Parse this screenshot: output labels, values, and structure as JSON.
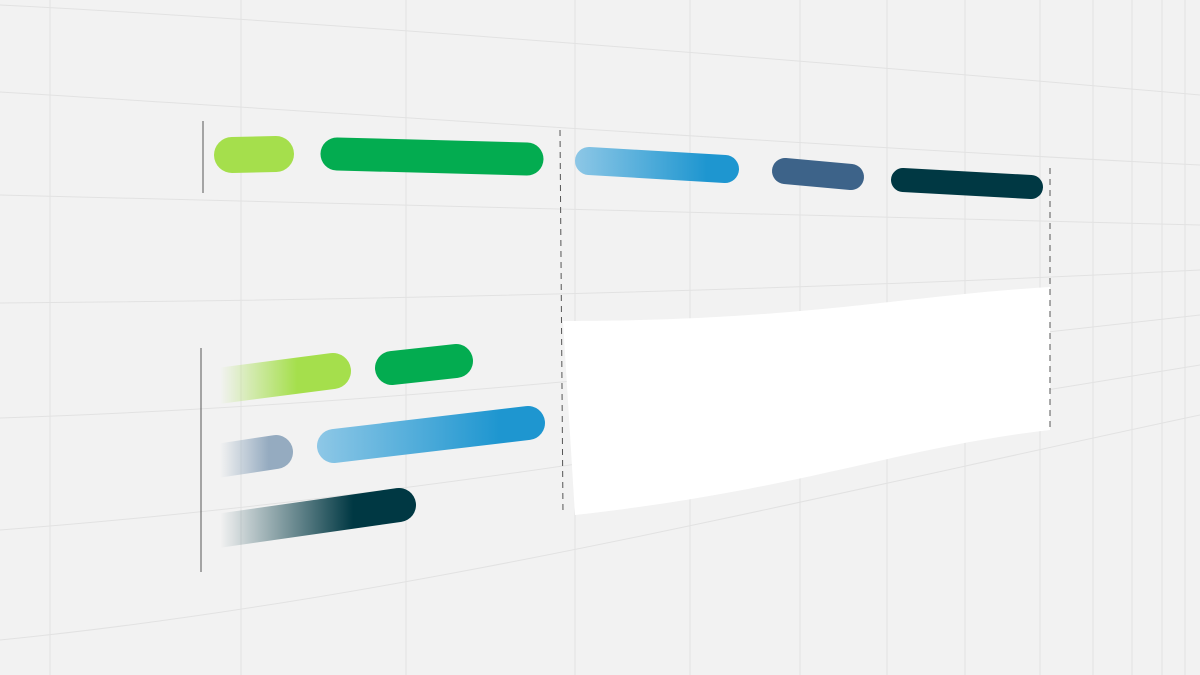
{
  "colors": {
    "background": "#f2f2f2",
    "grid": "#e2e2e2",
    "light_green": "#a5df4c",
    "green": "#03ac50",
    "light_blue": "#8dc7e6",
    "blue": "#1e96d0",
    "slate_blue": "#3d6389",
    "grey_blue": "#95abc0",
    "dark_teal": "#003843",
    "panel": "#ffffff",
    "divider": "#555555"
  },
  "bars": [
    {
      "group": "top",
      "color": "light_green"
    },
    {
      "group": "top",
      "color": "green"
    },
    {
      "group": "top",
      "color": "blue",
      "gradient": true
    },
    {
      "group": "top",
      "color": "slate_blue"
    },
    {
      "group": "top",
      "color": "dark_teal"
    },
    {
      "group": "bottom",
      "color": "light_green",
      "fade": true
    },
    {
      "group": "bottom",
      "color": "green"
    },
    {
      "group": "bottom",
      "color": "grey_blue",
      "fade": true
    },
    {
      "group": "bottom",
      "color": "blue",
      "gradient": true
    },
    {
      "group": "bottom",
      "color": "dark_teal",
      "fade": true
    }
  ]
}
